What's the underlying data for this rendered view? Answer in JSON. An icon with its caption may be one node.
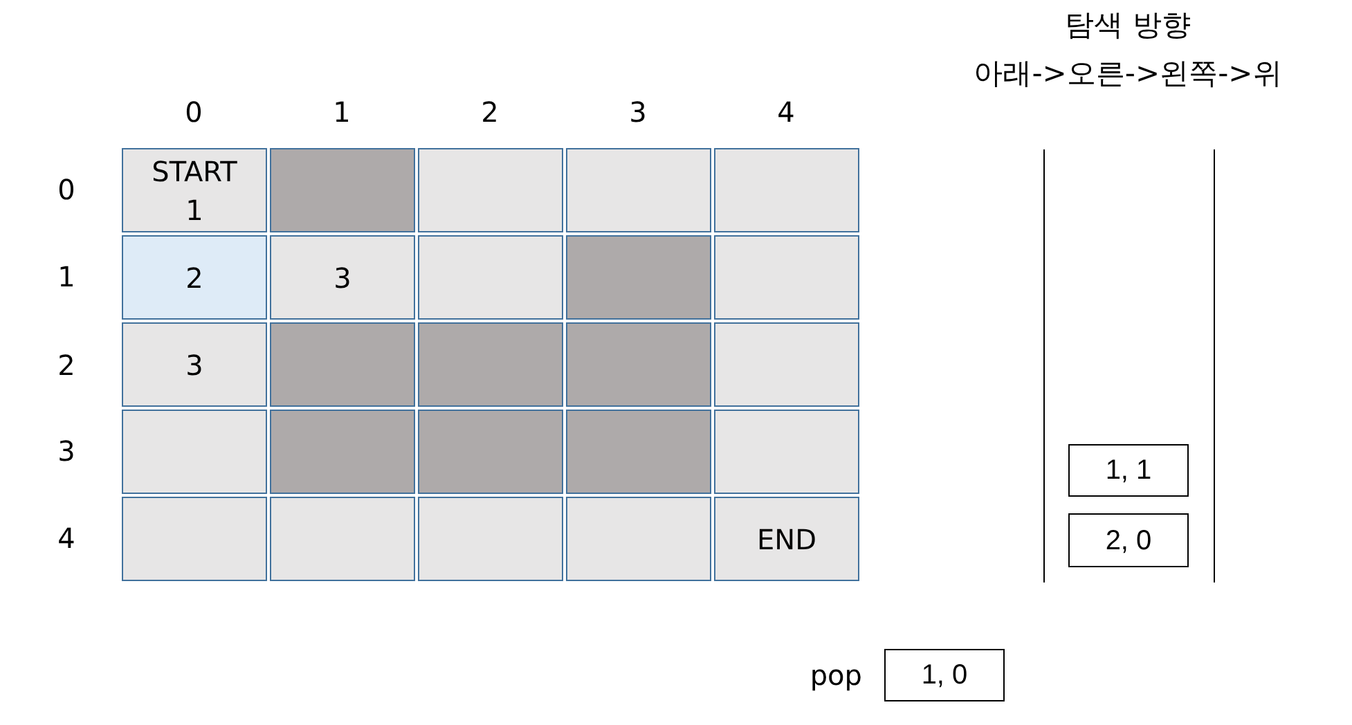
{
  "diagram": {
    "title": "탐색 방향",
    "nodes": [
      {
        "text": [
          "START",
          "1"
        ]
      },
      {
        "text": [],
        "shape": "box"
      },
      {
        "text": [],
        "shape": "box"
      },
      {
        "text": [],
        "shape": "box"
      },
      {
        "text": [],
        "shape": "box"
      },
      {
        "text": [
          "2"
        ]
      },
      {
        "text": [
          "3"
        ]
      },
      {
        "text": [],
        "shape": "box"
      },
      {
        "text": [],
        "shape": "box"
      },
      {
        "text": [],
        "shape": "box"
      },
      {
        "text": [
          "3"
        ]
      },
      {
        "text": [],
        "shape": "box"
      },
      {
        "text": [],
        "shape": "box"
      },
      {
        "text": [],
        "shape": "box"
      },
      {
        "text": [],
        "shape": "box"
      },
      {
        "text": [],
        "shape": "box"
      },
      {
        "text": [],
        "shape": "box"
      },
      {
        "text": [],
        "shape": "box"
      },
      {
        "text": [],
        "shape": "box"
      },
      {
        "text": [],
        "shape": "box"
      },
      {
        "text": [],
        "shape": "box"
      },
      {
        "text": [],
        "shape": "box"
      },
      {
        "text": [],
        "shape": "box"
      },
      {
        "text": [],
        "shape": "box"
      },
      {
        "text": [
          "END"
        ]
      },
      {
        "text": [
          "1, 1"
        ]
      },
      {
        "text": [
          "2, 0"
        ]
      },
      {
        "text": [
          "1, 0"
        ],
        "beside": [
          "pop"
        ]
      }
    ],
    "labels": [
      "아래->오른->왼쪽->위",
      "0",
      "1",
      "2",
      "3",
      "4",
      "0",
      "1",
      "2",
      "3",
      "4"
    ]
  }
}
